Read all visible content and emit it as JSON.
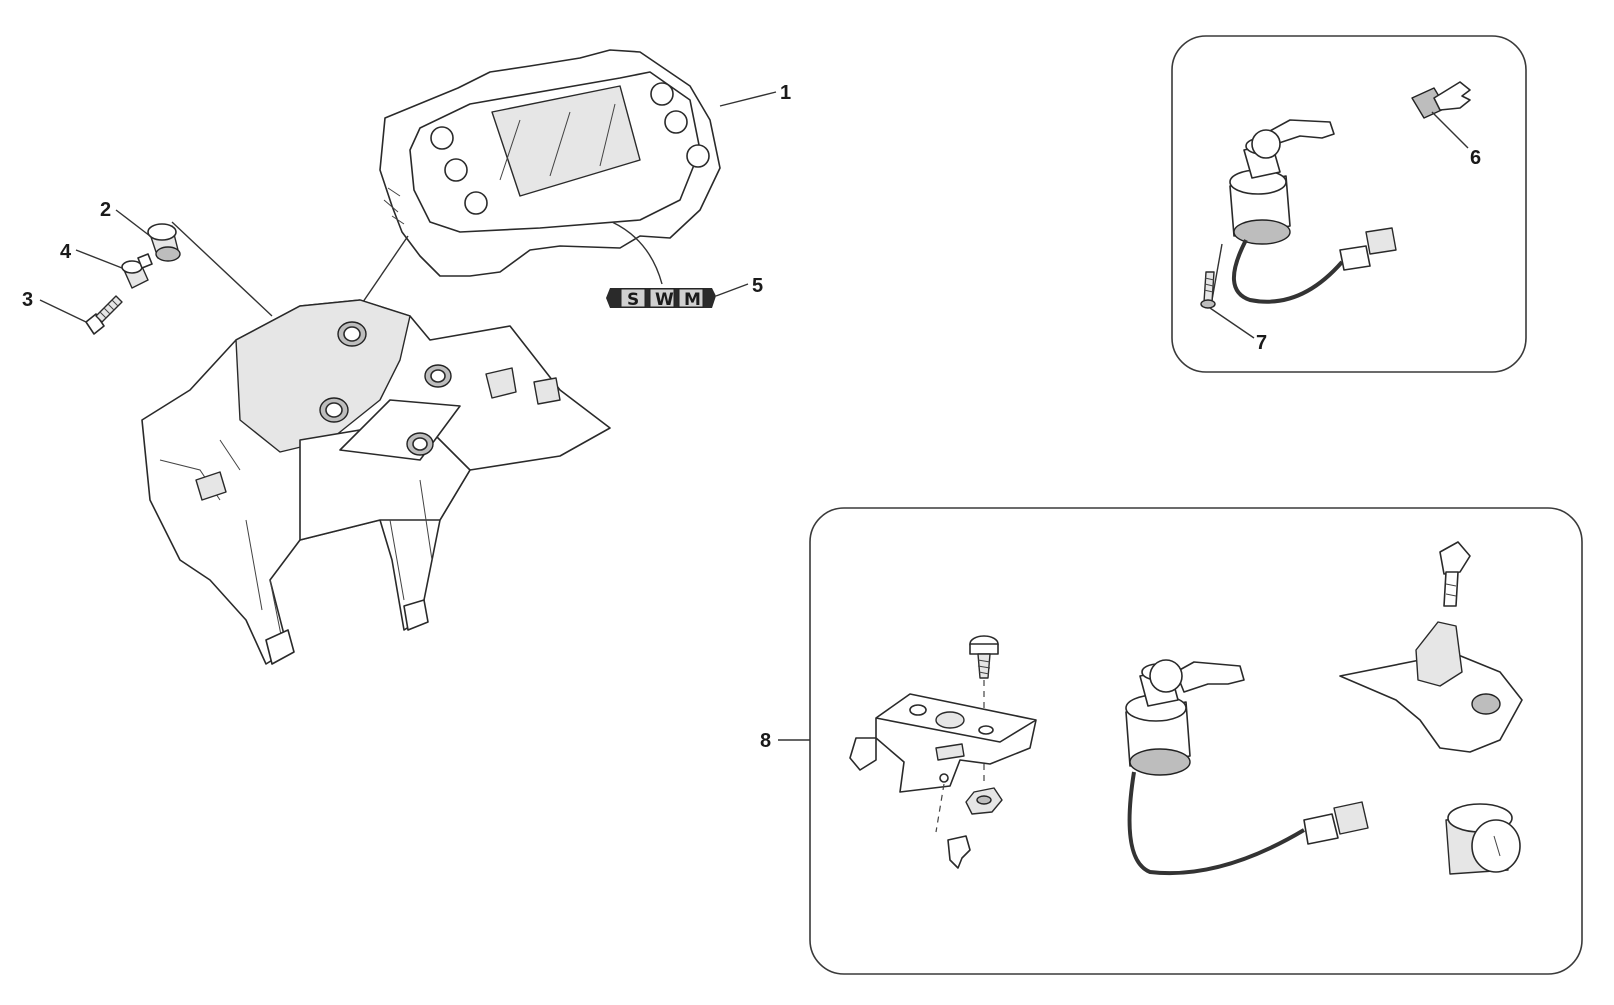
{
  "callouts": {
    "c1": "1",
    "c2": "2",
    "c3": "3",
    "c4": "4",
    "c5": "5",
    "c6": "6",
    "c7": "7",
    "c8": "8"
  },
  "logo_letters": [
    "S",
    "W",
    "M"
  ],
  "icons": {
    "dashboard": "instrument-cluster-icon",
    "bracket": "dashboard-support-bracket-icon",
    "grommet": "rubber-grommet-icon",
    "spacer": "spacer-bushing-icon",
    "screw": "screw-icon",
    "logo": "swm-logo-sticker-icon",
    "key": "key-icon",
    "ignition": "ignition-switch-icon",
    "lock_kit": "lock-kit-icon"
  }
}
